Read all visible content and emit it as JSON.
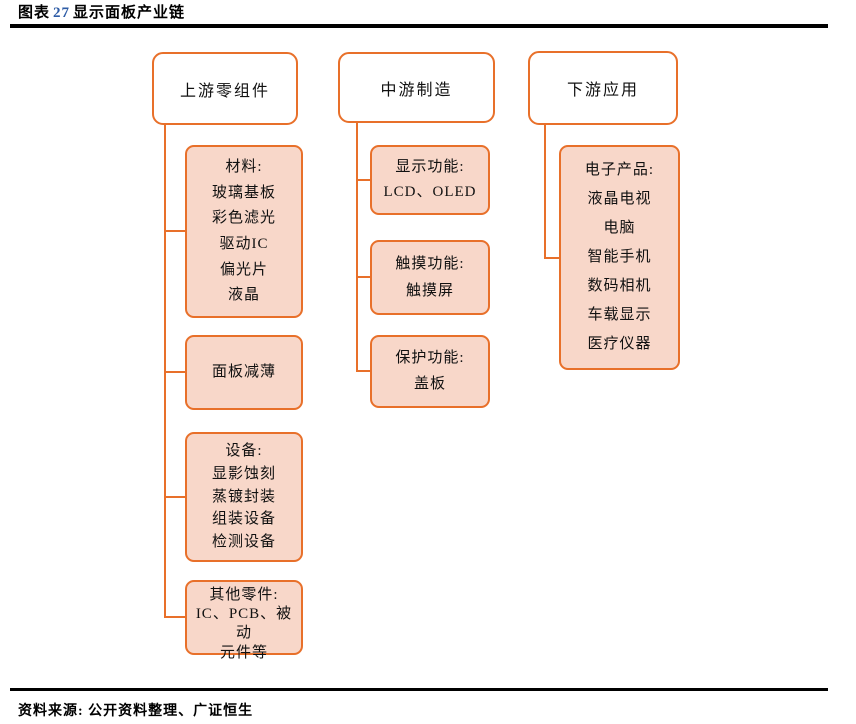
{
  "title": {
    "prefix": "图表",
    "number": "27",
    "text": "显示面板产业链"
  },
  "source": "资料来源: 公开资料整理、广证恒生",
  "colors": {
    "accent_orange": "#e8702a",
    "box_fill_pink": "#f8d7c9",
    "header_fill": "#ffffff",
    "title_number_blue": "#2e5ca6",
    "text": "#111111",
    "rule_black": "#000000"
  },
  "columns": [
    {
      "header": "上游零组件",
      "boxes": [
        {
          "lines": [
            "材料:",
            "玻璃基板",
            "彩色滤光",
            "驱动IC",
            "偏光片",
            "液晶"
          ]
        },
        {
          "lines": [
            "面板减薄"
          ]
        },
        {
          "lines": [
            "设备:",
            "显影蚀刻",
            "蒸镀封装",
            "组装设备",
            "检测设备"
          ]
        },
        {
          "lines": [
            "其他零件:",
            "IC、PCB、被动",
            "元件等"
          ]
        }
      ]
    },
    {
      "header": "中游制造",
      "boxes": [
        {
          "lines": [
            "显示功能:",
            "LCD、OLED"
          ]
        },
        {
          "lines": [
            "触摸功能:",
            "触摸屏"
          ]
        },
        {
          "lines": [
            "保护功能:",
            "盖板"
          ]
        }
      ]
    },
    {
      "header": "下游应用",
      "boxes": [
        {
          "lines": [
            "电子产品:",
            "液晶电视",
            "电脑",
            "智能手机",
            "数码相机",
            "车载显示",
            "医疗仪器"
          ]
        }
      ]
    }
  ]
}
